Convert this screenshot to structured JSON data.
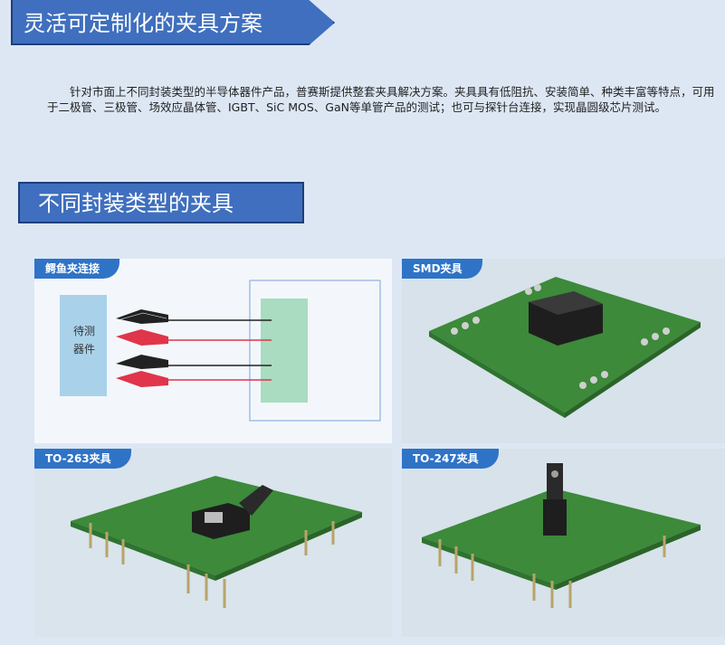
{
  "header": {
    "title": "灵活可定制化的夹具方案"
  },
  "intro": {
    "text": "针对市面上不同封装类型的半导体器件产品，普赛斯提供整套夹具解决方案。夹具具有低阻抗、安装简单、种类丰富等特点，可用于二极管、三极管、场效应晶体管、IGBT、SiC  MOS、GaN等单管产品的测试；也可与探针台连接，实现晶圆级芯片测试。"
  },
  "section": {
    "title": "不同封装类型的夹具"
  },
  "panels": [
    {
      "label": "鳄鱼夹连接",
      "dut_line1": "待测",
      "dut_line2": "器件"
    },
    {
      "label": "SMD夹具"
    },
    {
      "label": "TO-263夹具"
    },
    {
      "label": "TO-247夹具"
    }
  ],
  "colors": {
    "banner": "#3f6fbe",
    "tag": "#2f73c7",
    "pcb": "#3c8a3a",
    "clip_red": "#e0354a"
  }
}
